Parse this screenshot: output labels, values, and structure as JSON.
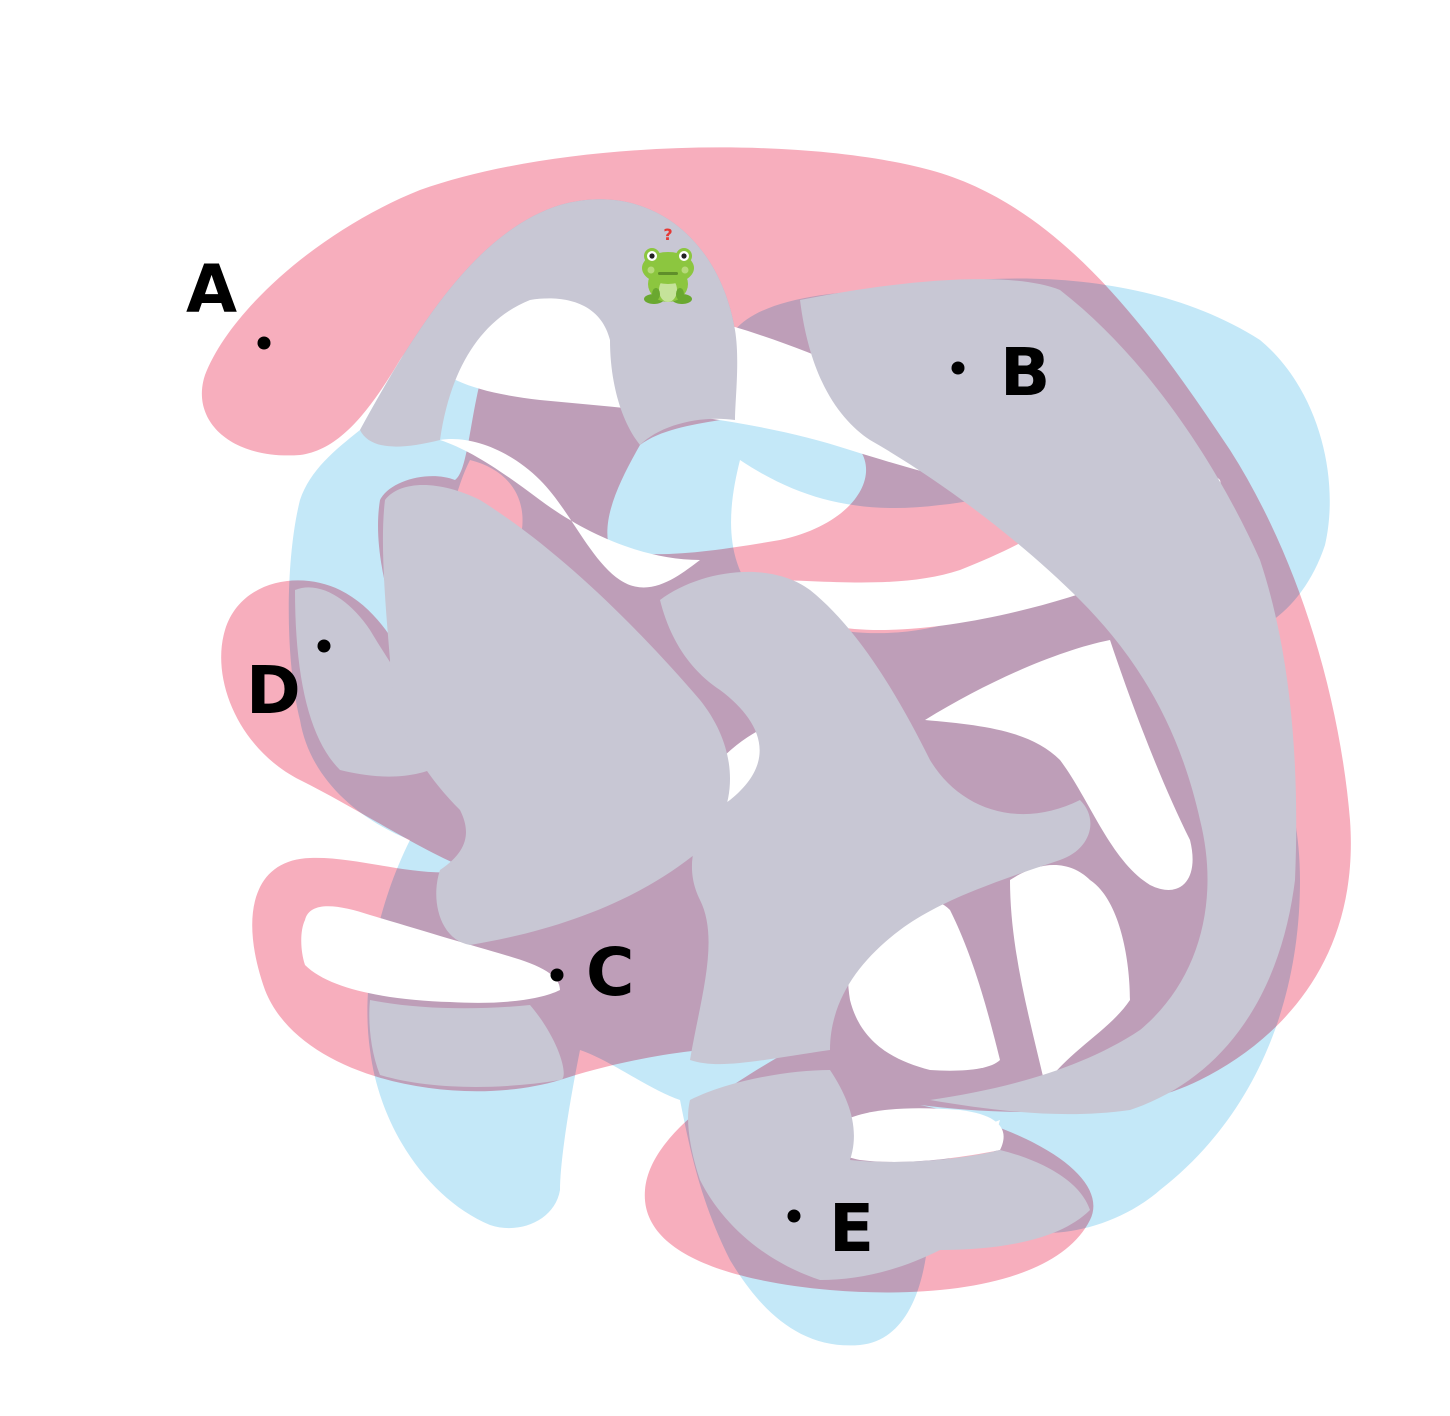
{
  "puzzle": {
    "colors": {
      "background": "#ffffff",
      "pink_path": "#f7aebd",
      "blue_path": "#c4e8f8",
      "marker": "#000000",
      "frog_body": "#8cc63f",
      "frog_belly": "#c5e39a",
      "question_mark": "#e53935"
    },
    "points": [
      {
        "id": "A",
        "label": "A"
      },
      {
        "id": "B",
        "label": "B"
      },
      {
        "id": "C",
        "label": "C"
      },
      {
        "id": "D",
        "label": "D"
      },
      {
        "id": "E",
        "label": "E"
      }
    ],
    "character": {
      "icon": "frog-icon",
      "status_glyph": "?"
    }
  }
}
